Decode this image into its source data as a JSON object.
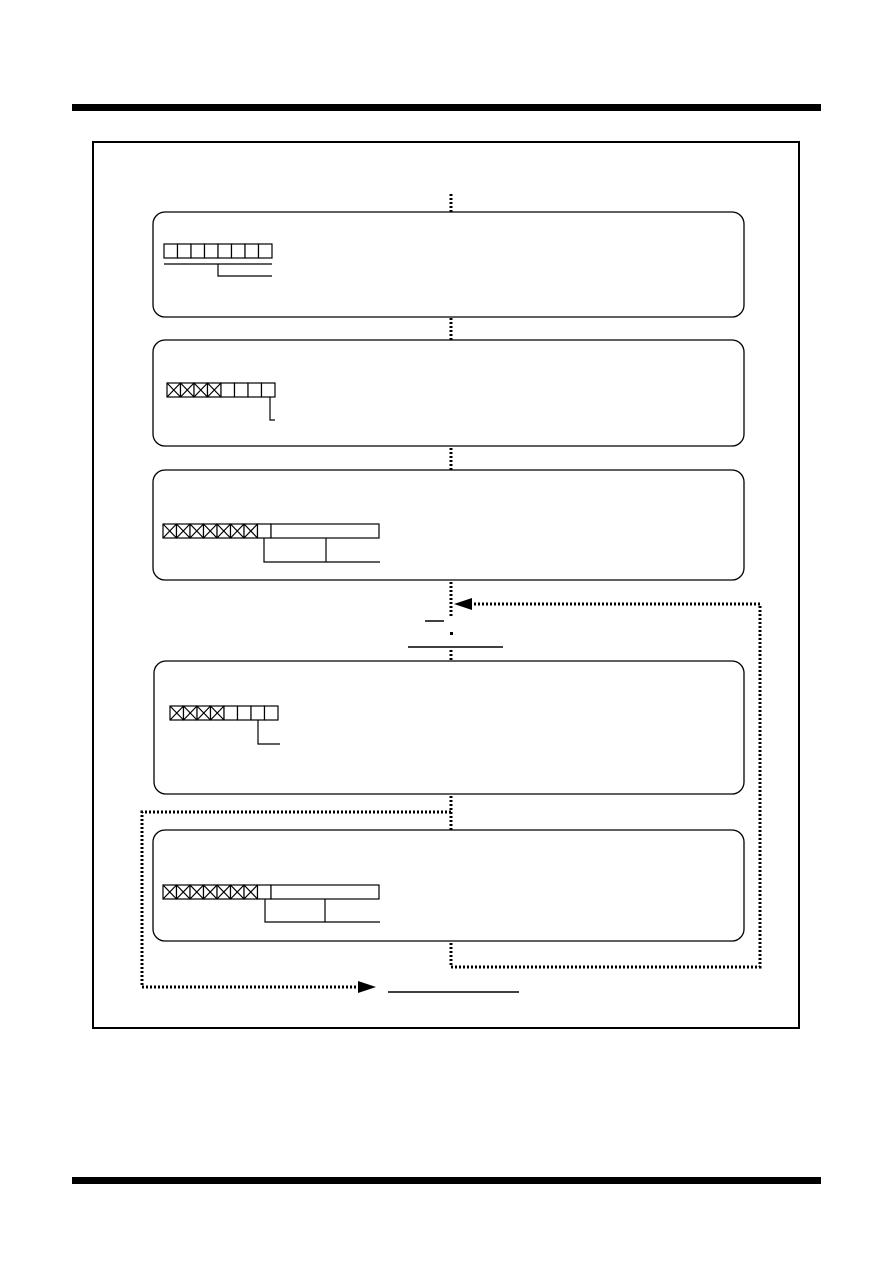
{
  "colors": {
    "ink": "#000000",
    "paper": "#ffffff"
  },
  "diagram": {
    "steps": [
      {
        "kind": "plain",
        "cells": 8,
        "crossed": 0
      },
      {
        "kind": "bits",
        "cells": 8,
        "crossed": 4,
        "leader": "bit"
      },
      {
        "kind": "word",
        "cells": 8,
        "crossed": 7,
        "leader": "split"
      },
      {
        "kind": "bits",
        "cells": 8,
        "crossed": 4,
        "leader": "bit"
      },
      {
        "kind": "word",
        "cells": 8,
        "crossed": 7,
        "leader": "split"
      }
    ],
    "connectors": [
      "dotted-vertical",
      "dotted-loop-right",
      "dotted-loop-left",
      "arrowhead"
    ]
  }
}
